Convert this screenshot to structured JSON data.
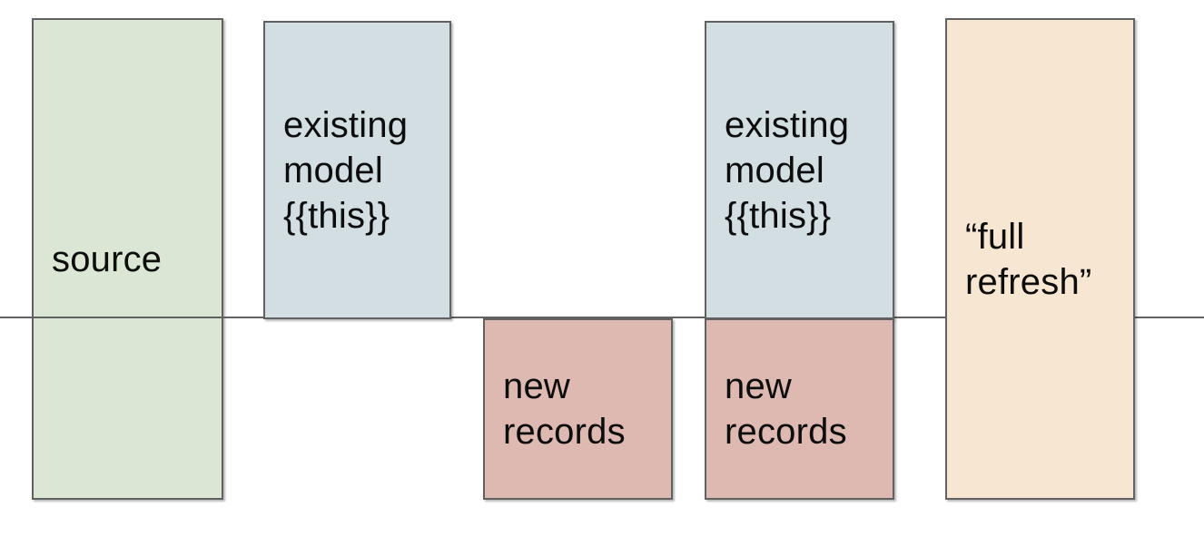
{
  "diagram": {
    "boxes": {
      "source": {
        "label": "source",
        "fill": "#dbe7d4"
      },
      "existing_model_left": {
        "label": "existing\nmodel\n{{this}}",
        "fill": "#d2dee2"
      },
      "new_records_left": {
        "label": "new\nrecords",
        "fill": "#deb9b1"
      },
      "existing_model_right": {
        "label": "existing\nmodel\n{{this}}",
        "fill": "#d2dee2"
      },
      "new_records_right": {
        "label": "new\nrecords",
        "fill": "#deb9b1"
      },
      "full_refresh": {
        "label": "“full\nrefresh”",
        "fill": "#f7e7d2"
      }
    },
    "colors": {
      "border": "#616161",
      "baseline": "#616161",
      "text": "#0d0d0d",
      "background": "#ffffff"
    }
  }
}
